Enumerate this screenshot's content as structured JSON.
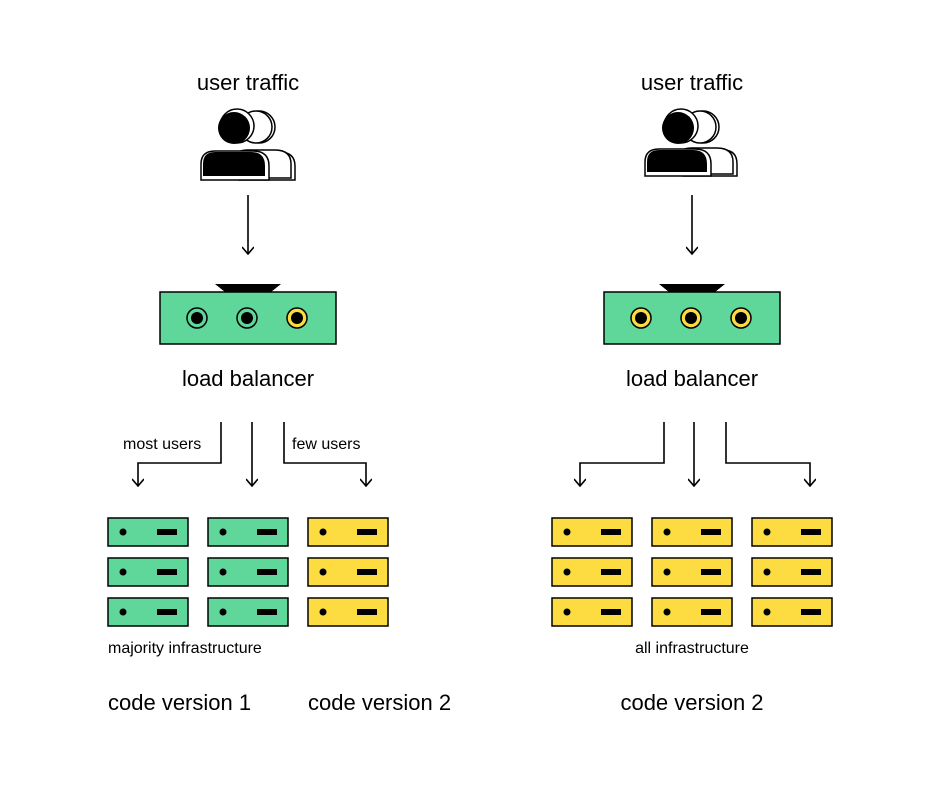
{
  "colors": {
    "version1": "#5fd69a",
    "version2": "#fddc42",
    "stroke": "#000000",
    "background": "#ffffff"
  },
  "left_panel": {
    "title": "user traffic",
    "balancer_label": "load balancer",
    "arrow_left_label": "most users",
    "arrow_right_label": "few users",
    "infra_label": "majority infrastructure",
    "version_left": "code version 1",
    "version_right": "code version 2",
    "balancer_ports": [
      "version1",
      "version1",
      "version2"
    ],
    "server_columns": [
      "version1",
      "version1",
      "version2"
    ]
  },
  "right_panel": {
    "title": "user traffic",
    "balancer_label": "load balancer",
    "infra_label": "all infrastructure",
    "version_label": "code version 2",
    "balancer_ports": [
      "version2",
      "version2",
      "version2"
    ],
    "server_columns": [
      "version2",
      "version2",
      "version2"
    ]
  },
  "icons": {
    "users": "users-icon",
    "load_balancer": "load-balancer-icon",
    "server": "server-icon",
    "arrow": "arrow-down-icon"
  }
}
